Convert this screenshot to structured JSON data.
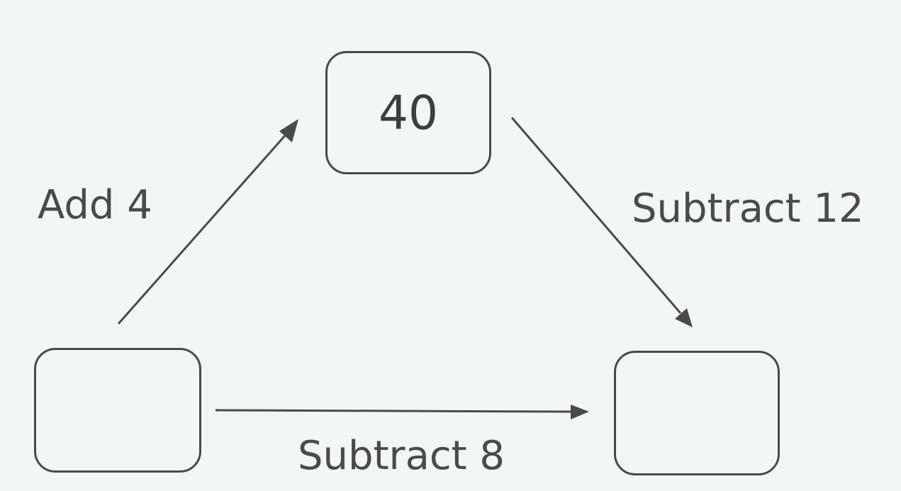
{
  "boxes": {
    "top": "40",
    "bottom_left": "",
    "bottom_right": ""
  },
  "operations": {
    "left_to_top": "Add 4",
    "top_to_right": "Subtract 12",
    "left_to_right": "Subtract 8"
  },
  "colors": {
    "background": "#f3f6f7",
    "stroke": "#4a4a4a",
    "text": "#3d3d3d"
  }
}
